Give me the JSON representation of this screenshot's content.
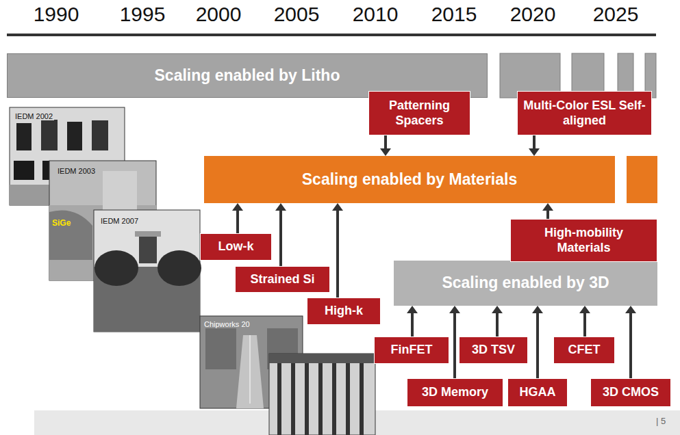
{
  "diagram": {
    "nodes": [
      {
        "text": [
          "Scaling enabled by Litho"
        ]
      },
      {
        "text": [
          "Patterning Spacers"
        ]
      },
      {
        "text": [
          "Multi-Color ESL Self-aligned"
        ]
      },
      {
        "text": [
          "Scaling enabled by Materials"
        ]
      },
      {
        "text": [
          "Low-k"
        ]
      },
      {
        "text": [
          "High-mobility Materials"
        ]
      },
      {
        "text": [
          "Strained Si"
        ]
      },
      {
        "text": [
          "Scaling enabled by 3D"
        ]
      },
      {
        "text": [
          "High-k"
        ]
      },
      {
        "text": [
          "FinFET"
        ]
      },
      {
        "text": [
          "3D TSV"
        ]
      },
      {
        "text": [
          "CFET"
        ]
      },
      {
        "text": [
          "3D Memory"
        ]
      },
      {
        "text": [
          "HGAA"
        ]
      },
      {
        "text": [
          "3D CMOS"
        ]
      }
    ],
    "edges": [
      {
        "from": 1,
        "to": 3,
        "arrow": "to"
      },
      {
        "from": 2,
        "to": 3,
        "arrow": "to"
      },
      {
        "from": 4,
        "to": 3,
        "arrow": "to"
      },
      {
        "from": 6,
        "to": 3,
        "arrow": "to"
      },
      {
        "from": 8,
        "to": 3,
        "arrow": "to"
      },
      {
        "from": 5,
        "to": 3,
        "arrow": "to"
      },
      {
        "from": 9,
        "to": 7,
        "arrow": "to"
      },
      {
        "from": 12,
        "to": 7,
        "arrow": "to"
      },
      {
        "from": 10,
        "to": 7,
        "arrow": "to"
      },
      {
        "from": 13,
        "to": 7,
        "arrow": "to"
      },
      {
        "from": 11,
        "to": 7,
        "arrow": "to"
      },
      {
        "from": 14,
        "to": 7,
        "arrow": "to"
      }
    ],
    "labels": [
      "1990",
      "1995",
      "2000",
      "2005",
      "2010",
      "2015",
      "2020",
      "2025",
      "IEDM 2002",
      "IEDM 2003",
      "SiGe",
      "IEDM 2007",
      "Chipworks 20",
      "| 5"
    ]
  }
}
